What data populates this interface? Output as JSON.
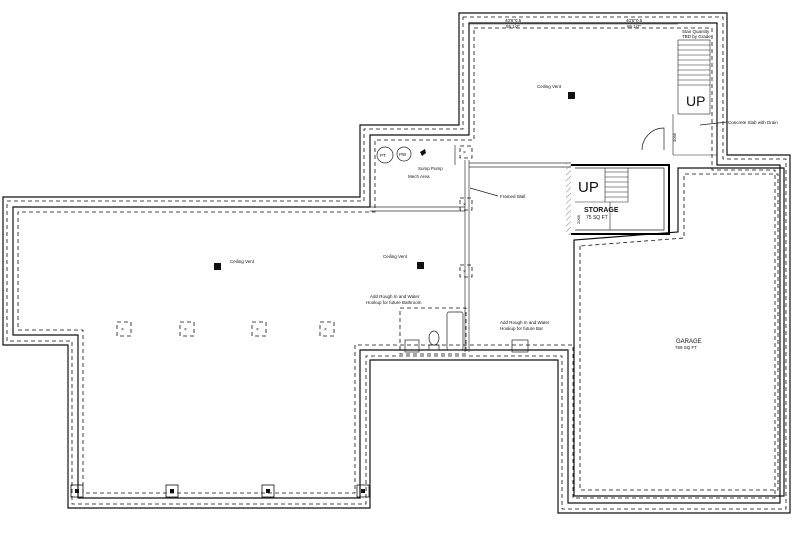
{
  "labels": {
    "dim_top_left": "40'6\"0.5",
    "dim_top_left_b": "95 1/2\"",
    "dim_top_right": "40'6\"0.5",
    "dim_top_right_b": "95 1/2\"",
    "stair_note_1": "Stair Quantity",
    "stair_note_2": "TBD by Grade",
    "up_stairs_top": "UP",
    "concrete_slab": "Concrete Slab with Drain",
    "ceiling_vent_top": "Ceiling Vent",
    "ceiling_vent_left": "Ceiling Vent",
    "ceiling_vent_center": "Ceiling Vent",
    "door_dim_right": "3068",
    "door_dim_storage": "2068",
    "pt_label": "PT",
    "pw_label": "PW",
    "sump_pump": "Sump Pump",
    "mech_area": "Mech Area",
    "framed_wall": "Framed Wall",
    "up_stairs_mid": "UP",
    "storage_title": "STORAGE",
    "storage_area": "75 SQ FT",
    "rough_in_bath_1": "Add Rough In and Water",
    "rough_in_bath_2": "Hookup for future Bathroom",
    "rough_in_bar_1": "Add Rough In and Water",
    "rough_in_bar_2": "Hookup for future Bar",
    "garage_title": "GARAGE",
    "garage_area": "769 SQ FT"
  }
}
